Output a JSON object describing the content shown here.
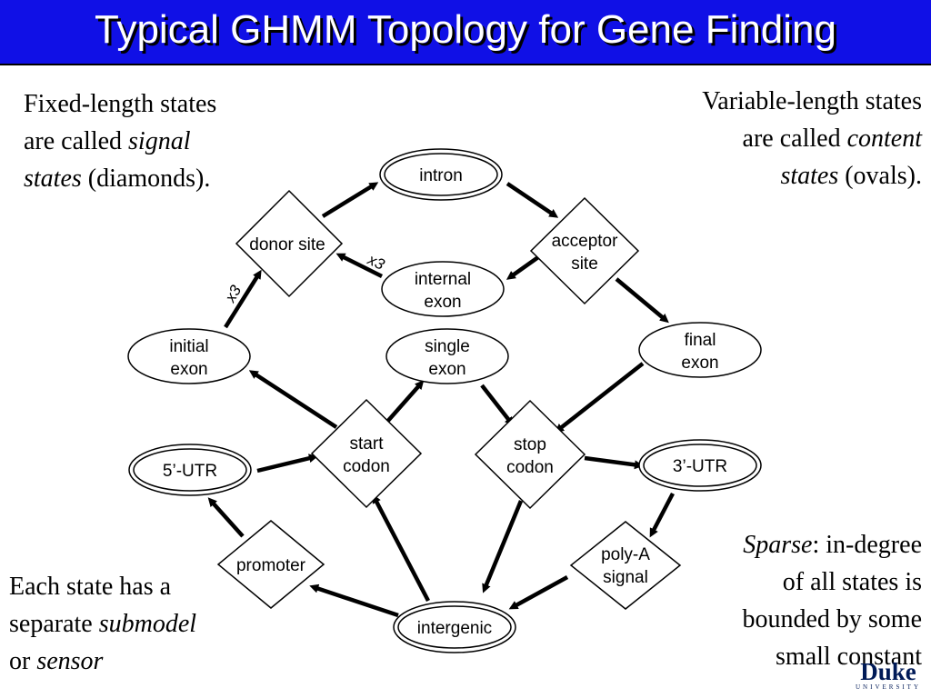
{
  "title": "Typical GHMM Topology for Gene Finding",
  "notes": {
    "top_left": {
      "line1": "Fixed-length states",
      "line2a": "are called ",
      "line2b": "signal",
      "line3a": "states",
      "line3b": " (diamonds)."
    },
    "top_right": {
      "line1": "Variable-length states",
      "line2a": "are called ",
      "line2b": "content",
      "line3a": "states",
      "line3b": " (ovals)."
    },
    "bottom_left": {
      "line1": "Each state has a",
      "line2a": "separate ",
      "line2b": "submodel",
      "line3a": "or ",
      "line3b": "sensor"
    },
    "bottom_right": {
      "line1a": "Sparse",
      "line1b": ": in-degree",
      "line2": "of all states is",
      "line3": "bounded by some",
      "line4": "small constant"
    }
  },
  "states": {
    "intron": [
      "intron"
    ],
    "donor": [
      "donor site"
    ],
    "acceptor": [
      "acceptor",
      "site"
    ],
    "internal_exon": [
      "internal",
      "exon"
    ],
    "initial_exon": [
      "initial",
      "exon"
    ],
    "single_exon": [
      "single",
      "exon"
    ],
    "final_exon": [
      "final",
      "exon"
    ],
    "start_codon": [
      "start",
      "codon"
    ],
    "stop_codon": [
      "stop",
      "codon"
    ],
    "utr5": [
      "5’-UTR"
    ],
    "utr3": [
      "3’-UTR"
    ],
    "promoter": [
      "promoter"
    ],
    "polya": [
      "poly-A",
      "signal"
    ],
    "intergenic": [
      "intergenic"
    ]
  },
  "multipliers": {
    "internal_to_donor": "x3",
    "initial_to_donor": "x3"
  },
  "logo": {
    "main": "Duke",
    "sub": "UNIVERSITY"
  },
  "colors": {
    "title_bar": "#1010e6",
    "title_text": "#ffffff",
    "logo": "#001a57"
  }
}
